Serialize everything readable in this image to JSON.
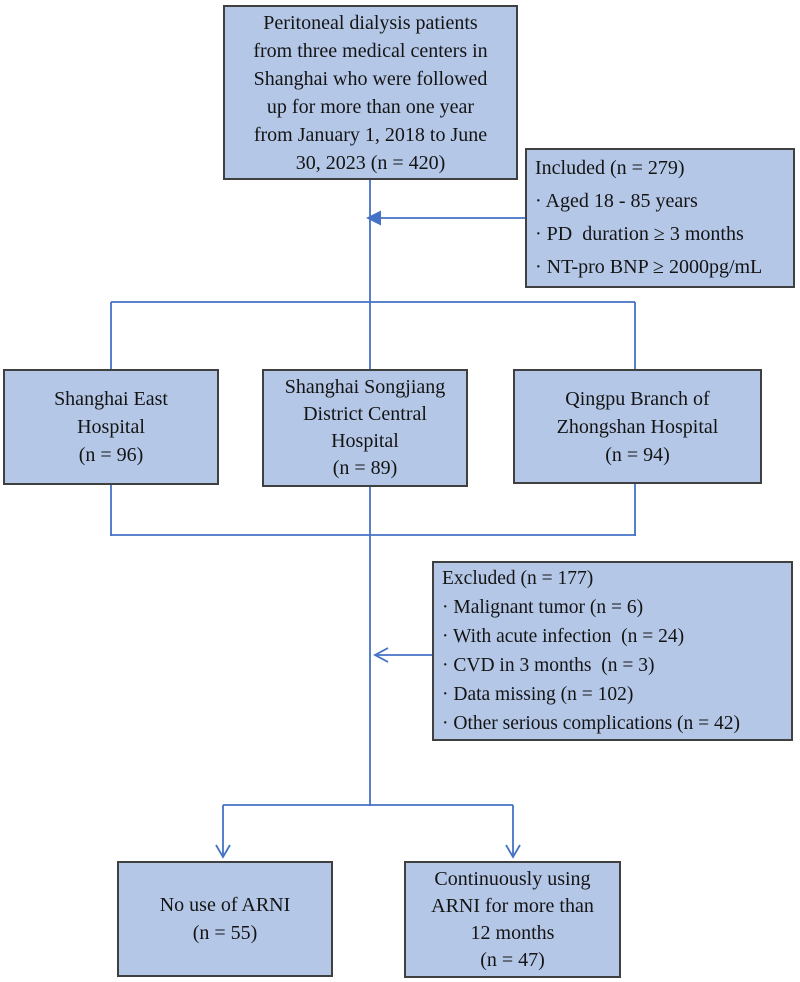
{
  "figure": {
    "type": "study-flow-diagram",
    "boxes": {
      "source": "Peritoneal dialysis patients\nfrom three medical centers in\nShanghai who were followed\nup for more than one year\nfrom January 1, 2018 to June\n30, 2023 (n = 420)",
      "included": "Included (n = 279)\n· Aged 18 - 85 years\n· PD  duration ≥ 3 months\n· NT-pro BNP ≥ 2000pg/mL",
      "hospital_east": "Shanghai East\nHospital\n(n = 96)",
      "hospital_songjiang": "Shanghai Songjiang\nDistrict Central\nHospital\n(n = 89)",
      "hospital_qingpu": "Qingpu Branch of\nZhongshan Hospital\n(n = 94)",
      "excluded": "Excluded (n = 177)\n· Malignant tumor (n = 6)\n· With acute infection  (n = 24)\n· CVD in 3 months  (n = 3)\n· Data missing (n = 102)\n· Other serious complications (n = 42)",
      "no_arni": "No use of ARNI\n(n = 55)",
      "arni": "Continuously using\nARNI for more than\n12 months\n(n = 47)"
    },
    "counts": {
      "total": 420,
      "included": 279,
      "east": 96,
      "songjiang": 89,
      "qingpu": 94,
      "excluded": 177,
      "no_arni": 55,
      "arni": 47
    },
    "colors": {
      "box_fill": "#b4c7e7",
      "box_border": "#404040",
      "connector": "#4472c4"
    }
  }
}
